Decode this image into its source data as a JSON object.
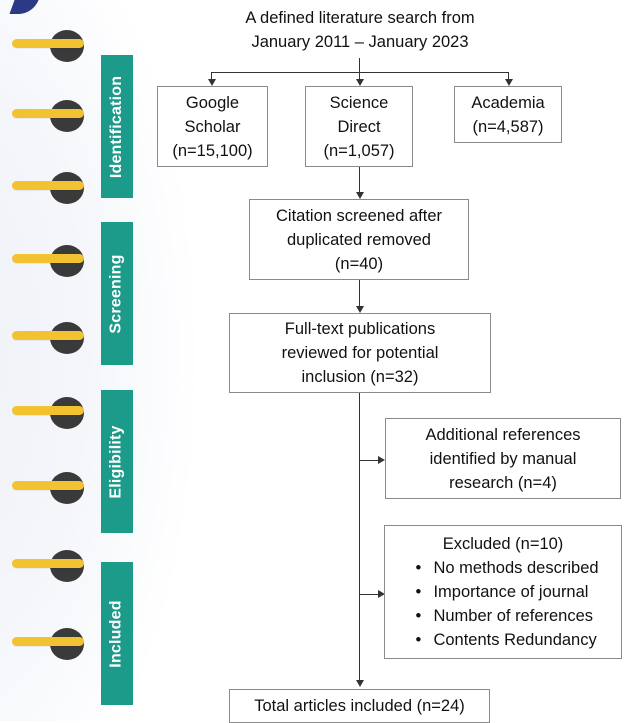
{
  "colors": {
    "stage": "#1d9b8a",
    "ring_wire": "#f2c230",
    "ring_peg": "#3a3a3a",
    "accent": "#2b3a86"
  },
  "stages": [
    "Identification",
    "Screening",
    "Eligibility",
    "Included"
  ],
  "search": {
    "line1": "A defined literature search from",
    "line2": "January 2011 – January 2023"
  },
  "sources": [
    {
      "line1": "Google",
      "line2": "Scholar",
      "line3": "(n=15,100)"
    },
    {
      "line1": "Science",
      "line2": "Direct",
      "line3": "(n=1,057)"
    },
    {
      "line1": "Academia",
      "line2": "(n=4,587)"
    }
  ],
  "screened": {
    "line1": "Citation screened after",
    "line2": "duplicated removed",
    "line3": "(n=40)"
  },
  "fulltext": {
    "line1": "Full-text publications",
    "line2": "reviewed for potential",
    "line3": "inclusion (n=32)"
  },
  "additional": {
    "line1": "Additional references",
    "line2": "identified by manual",
    "line3": "research (n=4)"
  },
  "excluded": {
    "title": "Excluded (n=10)",
    "reasons": [
      "No methods described",
      "Importance of journal",
      "Number of references",
      "Contents Redundancy"
    ]
  },
  "total": "Total articles included (n=24)",
  "icons": [
    "binder-ring-icon"
  ]
}
